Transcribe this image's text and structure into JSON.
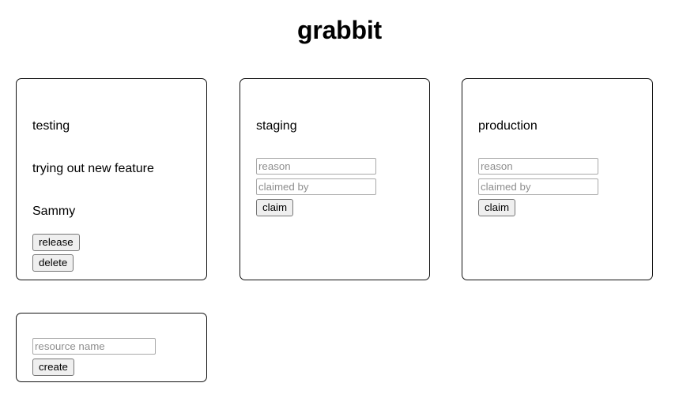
{
  "app": {
    "title": "grabbit",
    "background_color": "#ffffff",
    "text_color": "#000000"
  },
  "theme": {
    "card_border_color": "#111111",
    "input_border_color": "#a9a9a9",
    "placeholder_color": "#8e8e8e",
    "button_background": "#efefef",
    "button_border_color": "#767676"
  },
  "resources": [
    {
      "name": "testing",
      "claimed": true,
      "reason": "trying out new feature",
      "claimed_by": "Sammy",
      "release_label": "release",
      "delete_label": "delete"
    },
    {
      "name": "staging",
      "claimed": false,
      "reason_placeholder": "reason",
      "claimed_by_placeholder": "claimed by",
      "claim_label": "claim"
    },
    {
      "name": "production",
      "claimed": false,
      "reason_placeholder": "reason",
      "claimed_by_placeholder": "claimed by",
      "claim_label": "claim"
    }
  ],
  "create": {
    "resource_name_placeholder": "resource name",
    "resource_name_value": "",
    "create_label": "create"
  }
}
